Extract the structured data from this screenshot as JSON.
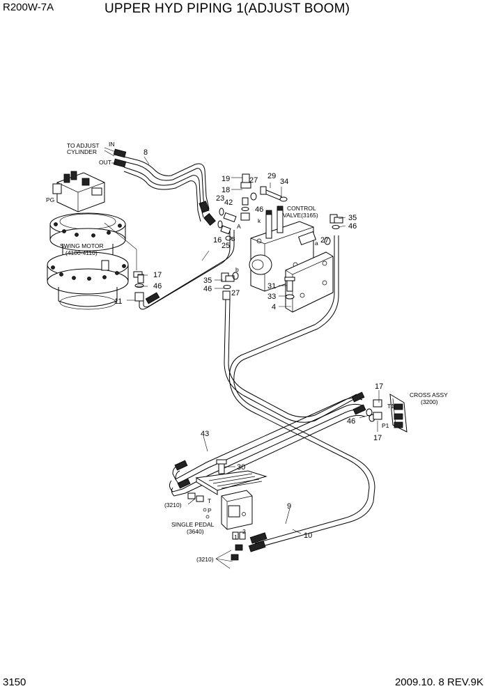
{
  "header": {
    "model": "R200W-7A",
    "title": "UPPER HYD PIPING 1(ADJUST BOOM)"
  },
  "footer": {
    "page_number": "3150",
    "revision": "2009.10. 8  REV.9K"
  },
  "labels": {
    "to_adjust_1": "TO ADJUST",
    "to_adjust_2": "CYLINDER",
    "port_in": "IN",
    "port_out": "OUT",
    "pg": "PG",
    "swing_motor_1": "SWING MOTOR",
    "swing_motor_2": "(4100-4110)",
    "control_valve_1": "CONTROL",
    "control_valve_2": "VALVE(3165)",
    "cross_assy_1": "CROSS ASSY",
    "cross_assy_2": "(3200)",
    "single_pedal_1": "SINGLE PEDAL",
    "single_pedal_2": "(3640)",
    "ref_3210_a": "(3210)",
    "ref_3210_b": "(3210)",
    "port_a": "a",
    "port_b": "b",
    "port_A": "A",
    "port_B": "B",
    "port_k": "k",
    "port_T": "T",
    "port_P": "P",
    "port_T1": "T1",
    "port_P1": "P1",
    "port_1": "1",
    "port_2": "2"
  },
  "callouts": {
    "c8": "8",
    "c19": "19",
    "c27a": "27",
    "c29": "29",
    "c34": "34",
    "c18": "18",
    "c23": "23",
    "c42": "42",
    "c46a": "46",
    "c16": "16",
    "c25": "25",
    "c35a": "35",
    "c46b": "46",
    "c27b": "27",
    "c17a": "17",
    "c46c": "46",
    "c11": "11",
    "c35b": "35",
    "c46d": "46",
    "c27c": "27",
    "c31": "31",
    "c33": "33",
    "c4": "4",
    "c17b": "17",
    "c46e": "46",
    "c17c": "17",
    "c43": "43",
    "c30": "30",
    "c9": "9",
    "c10": "10"
  }
}
